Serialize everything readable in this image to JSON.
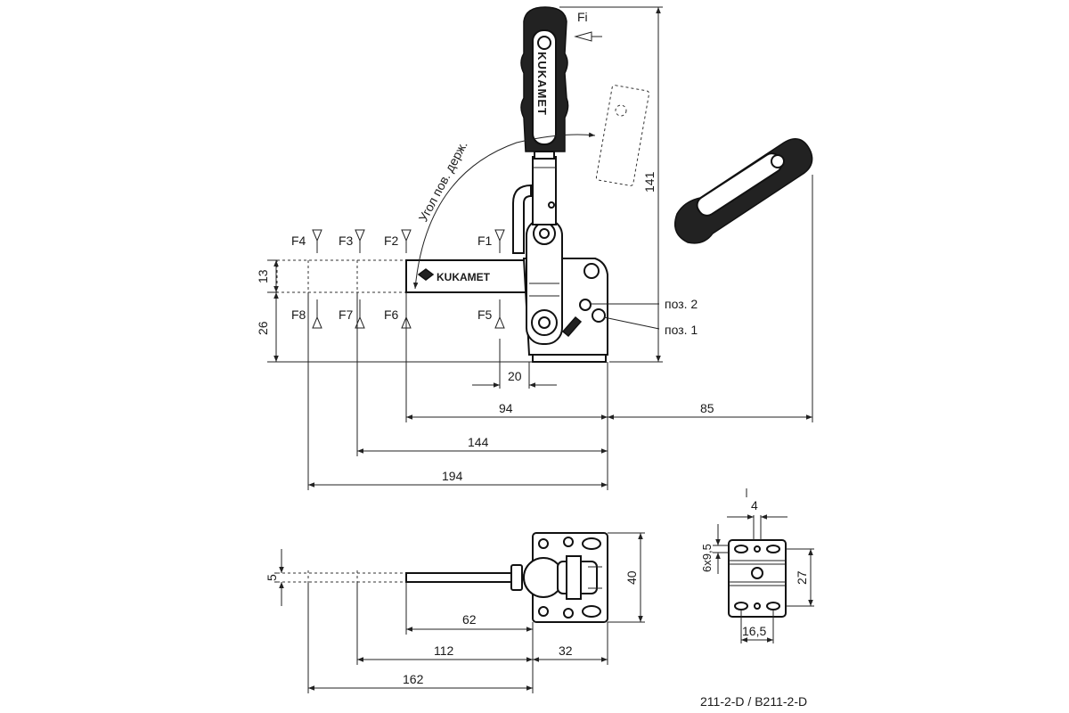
{
  "force_labels": {
    "fi": "Fi",
    "f1": "F1",
    "f2": "F2",
    "f3": "F3",
    "f4": "F4",
    "f5": "F5",
    "f6": "F6",
    "f7": "F7",
    "f8": "F8"
  },
  "annotations": {
    "angle_label": "Угол пов. держ.",
    "position_2": "поз. 2",
    "position_1": "поз. 1",
    "brand": "KUKAMET"
  },
  "dimensions": {
    "d141": "141",
    "d13": "13",
    "d26": "26",
    "d20": "20",
    "d94": "94",
    "d85": "85",
    "d144": "144",
    "d194": "194",
    "d5": "5",
    "d40": "40",
    "d62": "62",
    "d32": "32",
    "d112": "112",
    "d162": "162",
    "d4": "4",
    "d6x95": "6x9,5",
    "d27": "27",
    "d165": "16,5"
  },
  "model_code": "211-2-D / B211-2-D"
}
